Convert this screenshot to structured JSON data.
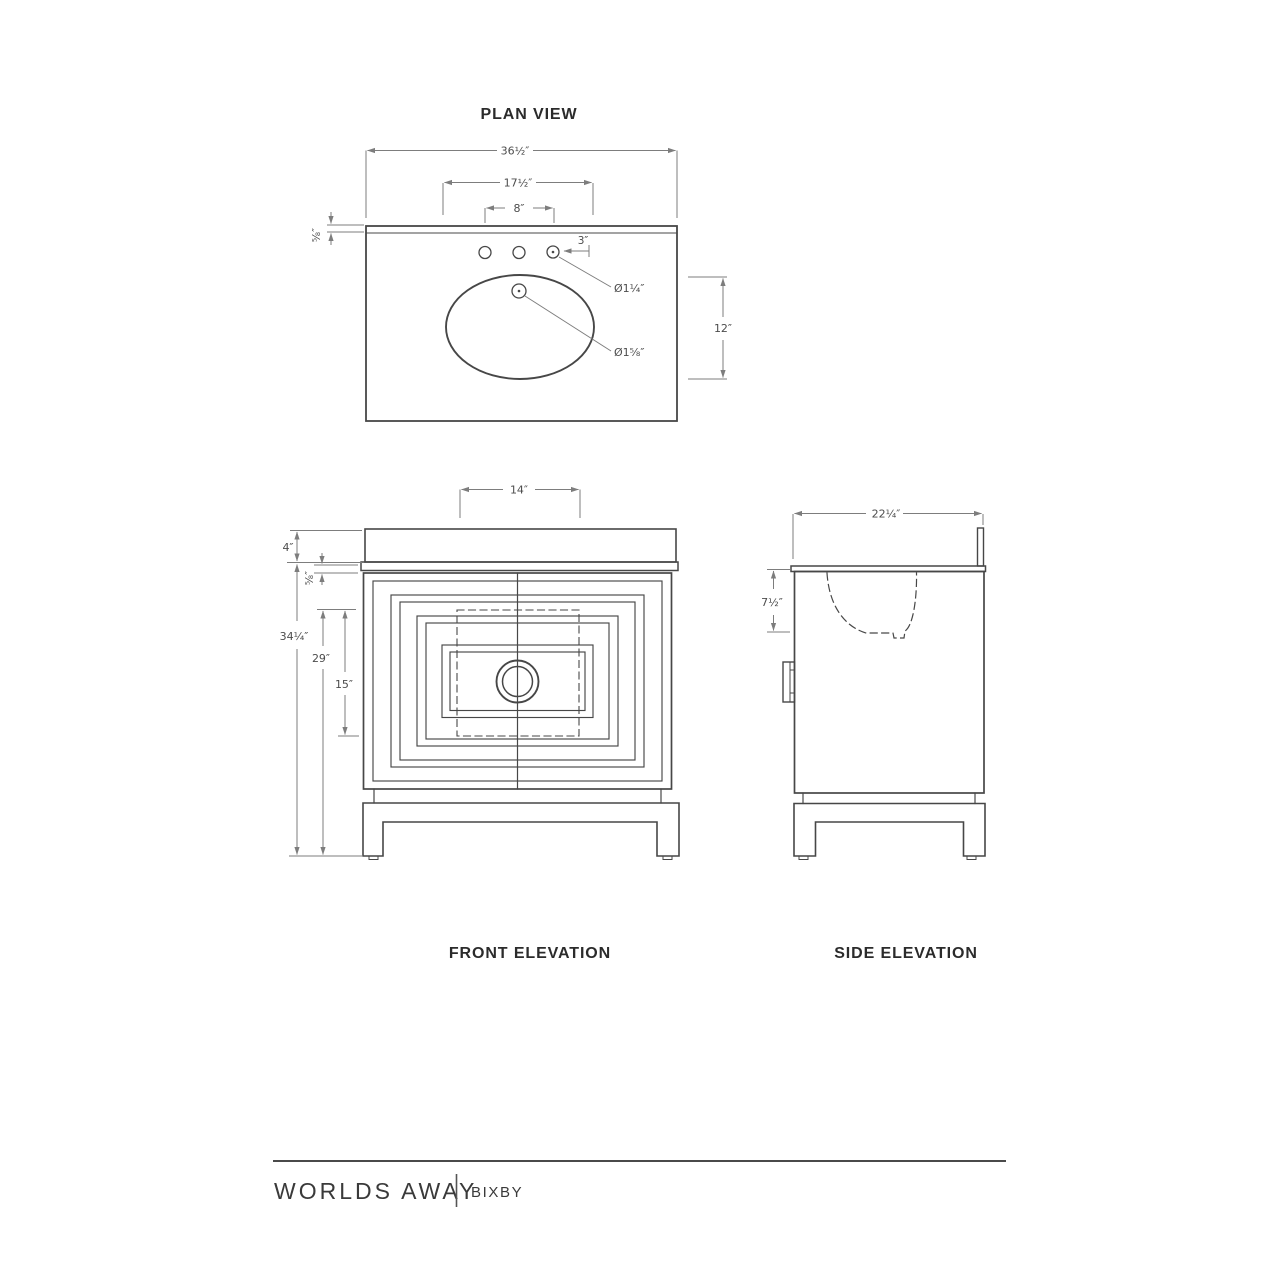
{
  "plan_view": {
    "title": "PLAN VIEW",
    "labels": {
      "overall_width": "36½″",
      "faucet_centers_span": "17½″",
      "outer_holes_span": "8″",
      "hole_offset": "3″",
      "faucet_hole_dia": "Ø1¼″",
      "drain_hole_dia": "Ø1⅝″",
      "front_to_drain": "12″",
      "backsplash_thickness": "⅝″"
    }
  },
  "front_elevation": {
    "title": "FRONT ELEVATION",
    "labels": {
      "cutout_width": "14″",
      "backsplash_height": "4″",
      "counter_thickness": "⅝″",
      "overall_height": "34¼″",
      "cabinet_height": "29″",
      "panel_height": "15″"
    }
  },
  "side_elevation": {
    "title": "SIDE ELEVATION",
    "labels": {
      "overall_depth": "22¼″",
      "bowl_depth": "7½″"
    }
  },
  "footer": {
    "brand": "WORLDS AWAY",
    "product": "BIXBY"
  }
}
